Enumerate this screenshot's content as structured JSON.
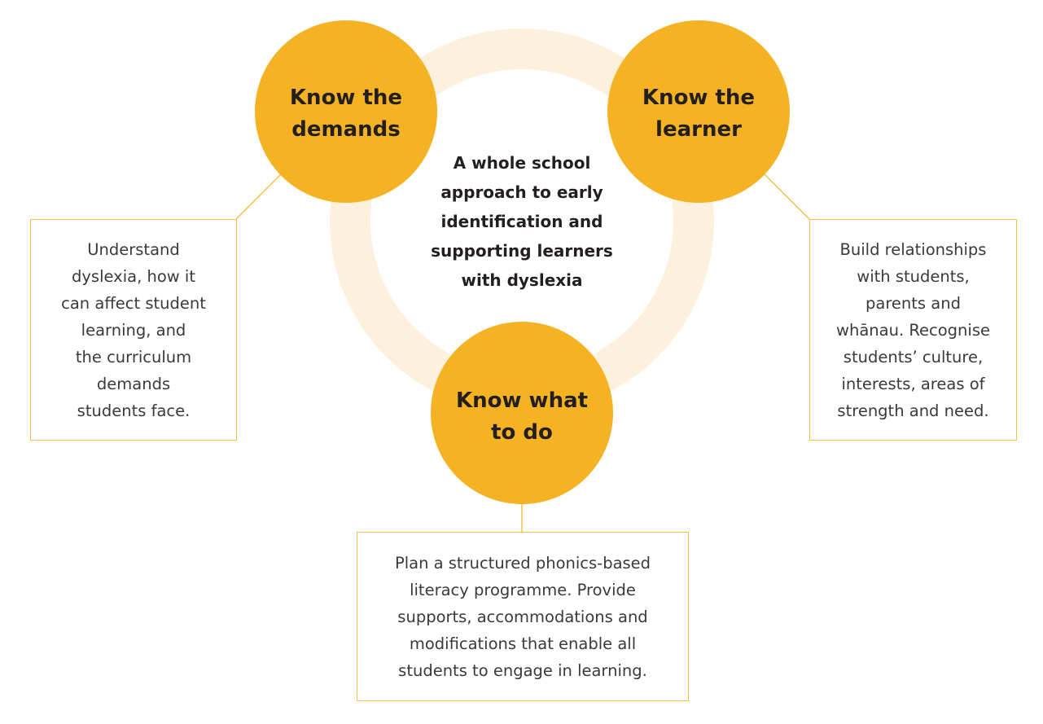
{
  "colors": {
    "circle_fill": "#F5B323",
    "ring_fill": "#FDF0DC",
    "box_border": "#F6C04A",
    "connector": "#F6C04A",
    "heading_text": "#231f20",
    "body_text": "#3a3a3a"
  },
  "center": {
    "title": "A whole school\napproach to early\nidentification and\nsupporting learners\nwith dyslexia"
  },
  "nodes": [
    {
      "id": "demands",
      "title": "Know the\ndemands",
      "description": "Understand\ndyslexia, how it\ncan affect student\nlearning, and\nthe curriculum\ndemands\nstudents face."
    },
    {
      "id": "learner",
      "title": "Know the\nlearner",
      "description": "Build relationships\nwith students,\nparents and\nwhānau. Recognise\nstudents’ culture,\ninterests, areas of\nstrength and need."
    },
    {
      "id": "todo",
      "title": "Know what\nto do",
      "description": "Plan a structured phonics-based\nliteracy programme. Provide\nsupports, accommodations and\nmodifications that enable all\nstudents to engage in learning."
    }
  ]
}
